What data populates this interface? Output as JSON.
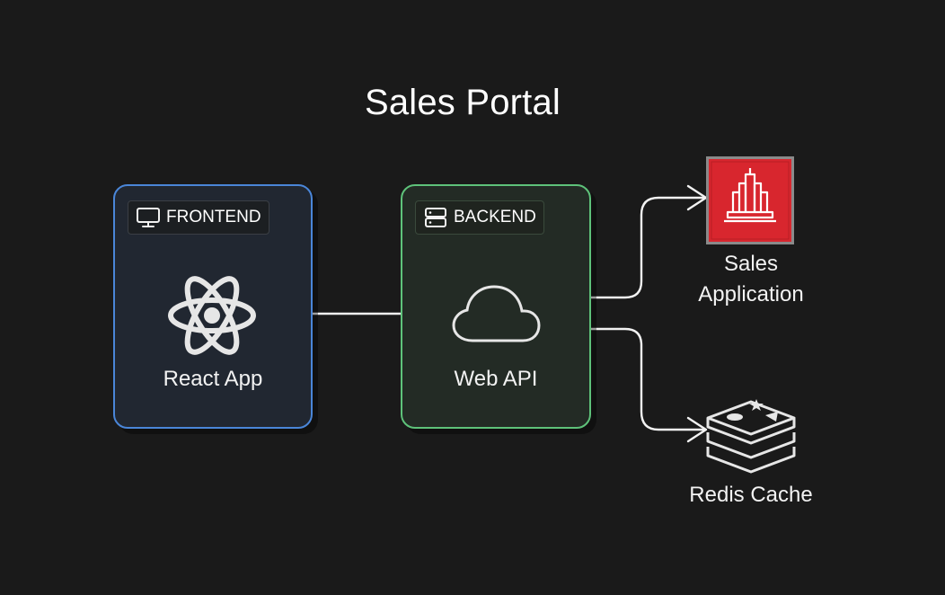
{
  "diagram": {
    "title": "Sales Portal",
    "groups": {
      "frontend": {
        "label": "FRONTEND",
        "icon": "monitor-icon",
        "border_color": "#4a86d8"
      },
      "backend": {
        "label": "BACKEND",
        "icon": "server-icon",
        "border_color": "#5ec27a"
      }
    },
    "nodes": {
      "react_app": {
        "label": "React App",
        "icon": "react-icon"
      },
      "web_api": {
        "label": "Web API",
        "icon": "cloud-icon"
      },
      "sales_application": {
        "label": "Sales Application",
        "icon": "sales-app-icon",
        "color": "#d8262e"
      },
      "redis_cache": {
        "label": "Redis Cache",
        "icon": "redis-icon"
      }
    },
    "edges": [
      {
        "from": "React App",
        "to": "Web API"
      },
      {
        "from": "Web API",
        "to": "Sales Application"
      },
      {
        "from": "Web API",
        "to": "Redis Cache"
      }
    ],
    "colors": {
      "background": "#1a1a1a",
      "edge": "#f2f2f2"
    }
  }
}
